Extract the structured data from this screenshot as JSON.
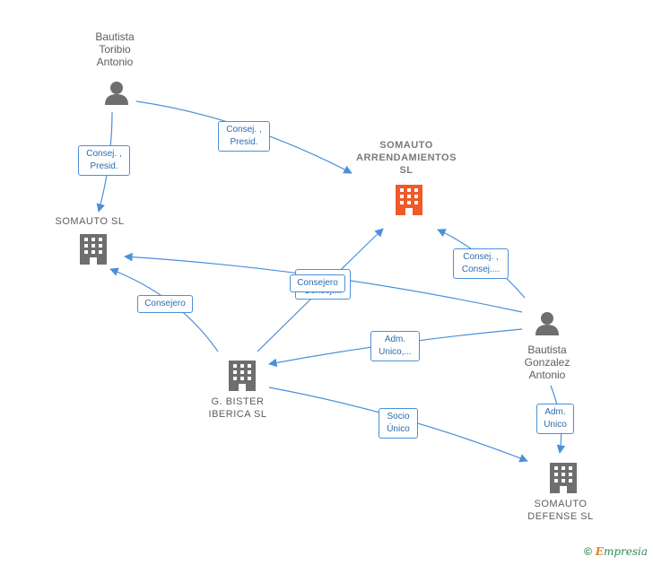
{
  "nodes": {
    "bautista_toribio": {
      "label": "Bautista\nToribio\nAntonio",
      "type": "person"
    },
    "somauto_arrendamientos": {
      "label": "SOMAUTO\nARRENDAMIENTOS\nSL",
      "type": "company-main"
    },
    "somauto_sl": {
      "label": "SOMAUTO SL",
      "type": "company"
    },
    "bautista_gonzalez": {
      "label": "Bautista\nGonzalez\nAntonio",
      "type": "person"
    },
    "g_bister": {
      "label": "G.  BISTER\nIBERICA SL",
      "type": "company"
    },
    "somauto_defense": {
      "label": "SOMAUTO\nDEFENSE  SL",
      "type": "company"
    }
  },
  "edges": {
    "toribio_to_arrend": "Consej. ,\nPresid.",
    "toribio_to_somauto": "Consej. ,\nPresid.",
    "gonzalez_to_arrend": "Consej. ,\nConsej....",
    "gonzalez_to_somauto_back": "Consej....",
    "gonzalez_to_somauto": "Consejero",
    "bister_to_somauto": "Consejero",
    "gonzalez_to_bister": "Adm.\nUnico,...",
    "bister_to_defense": "Socio\nÚnico",
    "gonzalez_to_defense": "Adm.\nUnico"
  },
  "colors": {
    "edge": "#4a90d9",
    "icon": "#6e6e6e",
    "main_icon": "#f05a28"
  },
  "footer": {
    "copyright": "©",
    "brand_initial": "E",
    "brand_rest": "mpresia"
  }
}
